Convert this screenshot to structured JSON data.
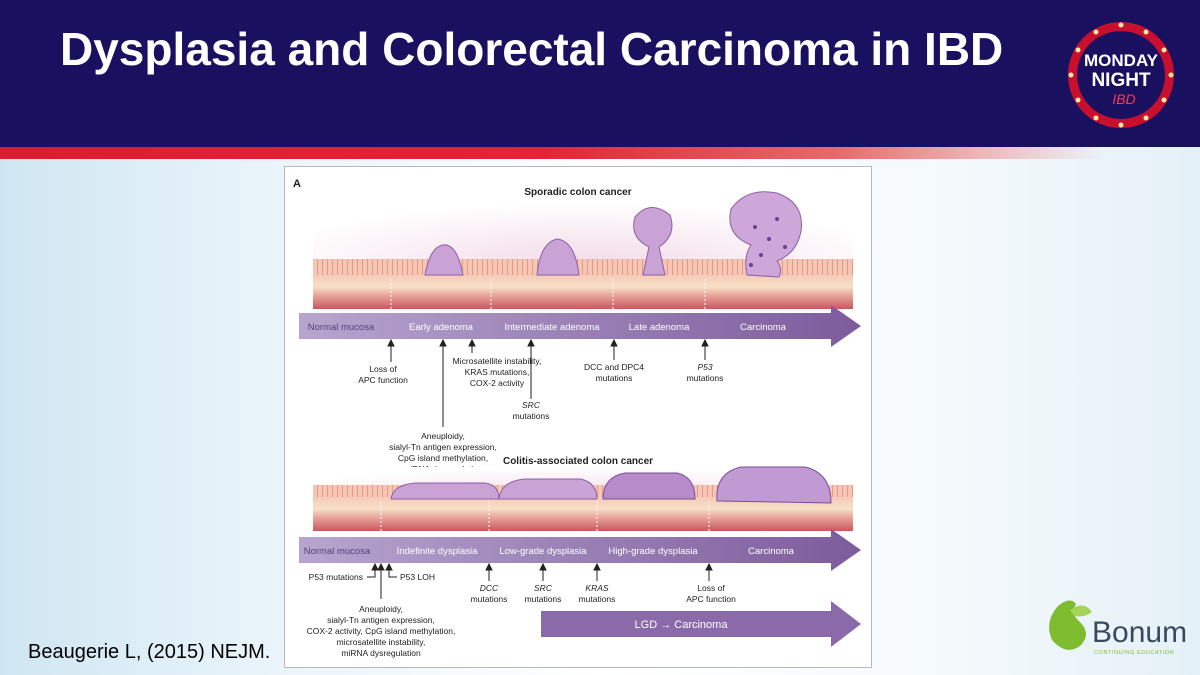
{
  "slide": {
    "title": "Dysplasia and Colorectal Carcinoma in IBD",
    "citation": "Beaugerie L, (2015) NEJM."
  },
  "badge": {
    "line1": "MONDAY",
    "line2": "NIGHT",
    "line3": "IBD"
  },
  "logo": {
    "name": "Bonum",
    "tagline": "CONTINUING EDUCATION"
  },
  "figure": {
    "panel_label": "A",
    "sporadic": {
      "title": "Sporadic colon cancer",
      "stages": [
        "Normal mucosa",
        "Early adenoma",
        "Intermediate adenoma",
        "Late adenoma",
        "Carcinoma"
      ],
      "events": {
        "apc": [
          "Loss of",
          "APC function"
        ],
        "aneuploidy": [
          "Aneuploidy,",
          "sialyl-Tn antigen expression,",
          "CpG island methylation,",
          "miRNA dysregulation"
        ],
        "msi": [
          "Microsatellite instability,",
          "KRAS mutations,",
          "COX-2 activity"
        ],
        "src": [
          "SRC",
          "mutations"
        ],
        "dcc": [
          "DCC and DPC4",
          "mutations"
        ],
        "p53": [
          "P53",
          "mutations"
        ]
      }
    },
    "colitis": {
      "title": "Colitis-associated colon cancer",
      "stages": [
        "Normal mucosa",
        "Indefinite dysplasia",
        "Low-grade dysplasia",
        "High-grade dysplasia",
        "Carcinoma"
      ],
      "events": {
        "p53_mut": "P53 mutations",
        "p53_loh": "P53 LOH",
        "aneuploidy": [
          "Aneuploidy,",
          "sialyl-Tn antigen expression,",
          "COX-2 activity, CpG island methylation,",
          "microsatellite instability,",
          "miRNA dysregulation"
        ],
        "dcc": [
          "DCC",
          "mutations"
        ],
        "src": [
          "SRC",
          "mutations"
        ],
        "kras": [
          "KRAS",
          "mutations"
        ],
        "apc": [
          "Loss of",
          "APC function"
        ]
      },
      "lgd_arrow": "LGD → Carcinoma"
    }
  },
  "colors": {
    "header_bg": "#1a1060",
    "accent_red": "#d42030",
    "arrow_purple": "#8a6aa8",
    "bonum_green": "#7dbb2f",
    "bonum_text": "#3a4a5e"
  }
}
